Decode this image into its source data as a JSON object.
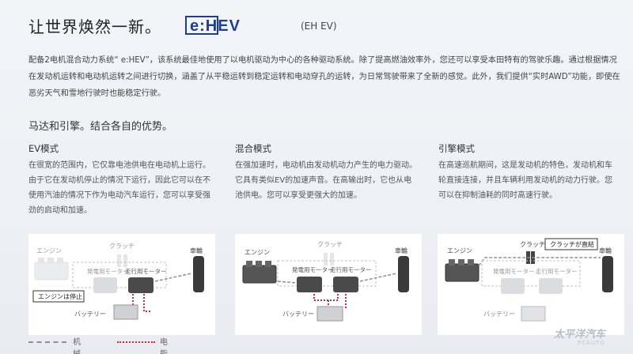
{
  "header": {
    "title": "让世界焕然一新。",
    "logo_text": "e:HEV",
    "logo_sub": "(EH EV)"
  },
  "intro": "配备2电机混合动力系统“ e:HEV”，该系统最佳地使用了以电机驱动为中心的各种驱动系统。除了提高燃油效率外，您还可以享受本田特有的驾驶乐趣。通过根据情况在发动机运转和电动机运转之间进行切换，涵盖了从平稳运转到稳定运转和电动穿孔的运转，为日常驾驶带来了全新的感觉。此外，我们提供“实时AWD”功能，即使在恶劣天气和雪地行驶时也能稳定行驶。",
  "subhead": "马达和引擎。结合各自的优势。",
  "modes": [
    {
      "title": "EV模式",
      "text": "在很宽的范围内，它仅靠电池供电在电动机上运行。由于它在发动机停止的情况下运行，因此它可以在不使用汽油的情况下作为电动汽车运行，您可以享受强劲的启动和加速。"
    },
    {
      "title": "混合模式",
      "text": "在强加速时，电动机由发动机动力产生的电力驱动。它具有类似EV的加速声音。在高输出时，它也从电池供电。您可以享受更强大的加速。"
    },
    {
      "title": "引擎模式",
      "text": "在高速巡航期间，这是发动机的特色，发动机和车轮直接连接，并且车辆利用发动机的动力行驶。您可以在抑制油耗的同时高速行驶。"
    }
  ],
  "diagram": {
    "engine": "エンジン",
    "clutch": "クラッチ",
    "wheel": "車輪",
    "gen_motor": "発電用モーター",
    "drive_motor": "走行用モーター",
    "battery": "バッテリー",
    "engine_stop": "エンジンは停止",
    "clutch_direct": "クラッチが直結"
  },
  "legend": {
    "mechanical": "机械能",
    "electrical": "电能"
  },
  "watermark": {
    "main": "太平洋汽车",
    "sub": "PCAUTO"
  },
  "colors": {
    "electric": "#d2283b",
    "mechanical": "#8e9096",
    "logo_blue": "#1c3f94"
  }
}
